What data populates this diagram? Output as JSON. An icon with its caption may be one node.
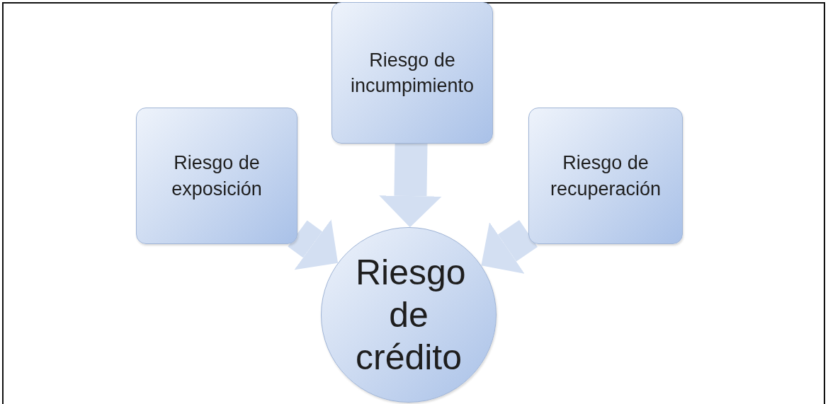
{
  "diagram": {
    "nodes": [
      {
        "text": [
          "Riesgo de incumpimiento"
        ]
      },
      {
        "text": [
          "Riesgo de exposición"
        ]
      },
      {
        "text": [
          "Riesgo de recuperación"
        ]
      },
      {
        "text": [
          "Riesgo de crédito"
        ]
      }
    ],
    "edges": [
      {
        "from": 0,
        "to": 3,
        "arrow": "to"
      },
      {
        "from": 1,
        "to": 3,
        "arrow": "to"
      },
      {
        "from": 2,
        "to": 3,
        "arrow": "to"
      }
    ]
  }
}
